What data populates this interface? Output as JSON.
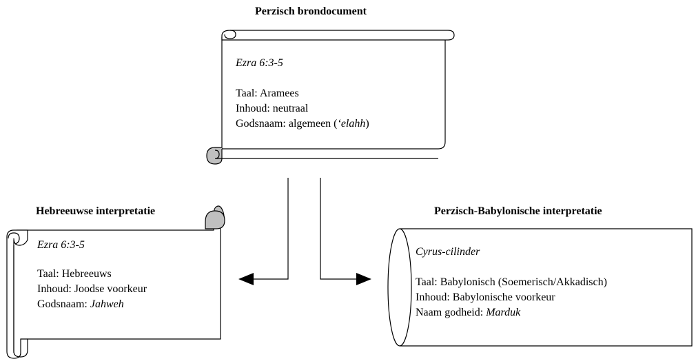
{
  "top": {
    "title": "Perzisch brondocument",
    "reference": "Ezra 6:3-5",
    "taal": "Taal: Aramees",
    "inhoud": "Inhoud: neutraal",
    "godsnaam_prefix": "Godsnaam: algemeen (",
    "godsnaam_name": "‘elahh",
    "godsnaam_suffix": ")"
  },
  "left": {
    "title": "Hebreeuwse interpretatie",
    "reference": "Ezra 6:3-5",
    "taal": "Taal: Hebreeuws",
    "inhoud": "Inhoud: Joodse voorkeur",
    "godsnaam_prefix": "Godsnaam: ",
    "godsnaam_name": "Jahweh"
  },
  "right": {
    "title": "Perzisch-Babylonische interpretatie",
    "reference": "Cyrus-cilinder",
    "taal": "Taal: Babylonisch (Soemerisch/Akkadisch)",
    "inhoud": "Inhoud: Babylonische voorkeur",
    "godsnaam_prefix": "Naam godheid: ",
    "godsnaam_name": "Marduk"
  },
  "colors": {
    "scroll_fill": "#ffffff",
    "curl_fill": "#c0c0c0",
    "stroke": "#000000"
  }
}
